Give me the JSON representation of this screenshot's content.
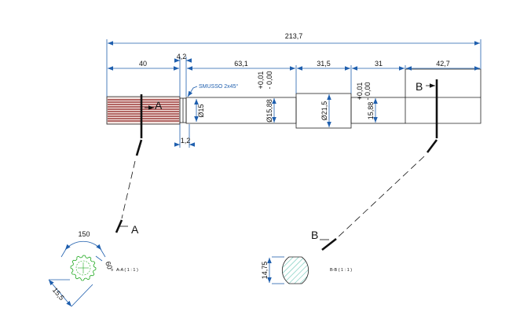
{
  "dimensions": {
    "overall": "213,7",
    "seg_spline": "40",
    "seg_groove": "4,2",
    "seg_journal1": "63,1",
    "seg_collar": "31,5",
    "seg_journal2": "31",
    "seg_flat": "42,7",
    "groove_width": "1,2",
    "dia_groove": "Ø15",
    "dia_journal1": "Ø15,88",
    "dia_collar": "Ø21,5",
    "dia_journal2": "15,88",
    "tol_upper": "+0,01",
    "tol_lower": "- 0,00",
    "chamfer_note": "SMUSSO 2x45°"
  },
  "section_a": {
    "marker": "A",
    "title": "A-A ( 1 : 1 )",
    "dim_arc": "150",
    "dim_angle": "60°",
    "dim_width": "15,5"
  },
  "section_b": {
    "marker": "B",
    "title": "B-B ( 1 : 1 )",
    "dim_flat": "14,75"
  },
  "colors": {
    "line": "#222222",
    "blue": "#1f5fae",
    "spline_hatch": "#8b1a1a",
    "section_hatch": "#3cb4a0",
    "spline_green": "#22aa22"
  }
}
